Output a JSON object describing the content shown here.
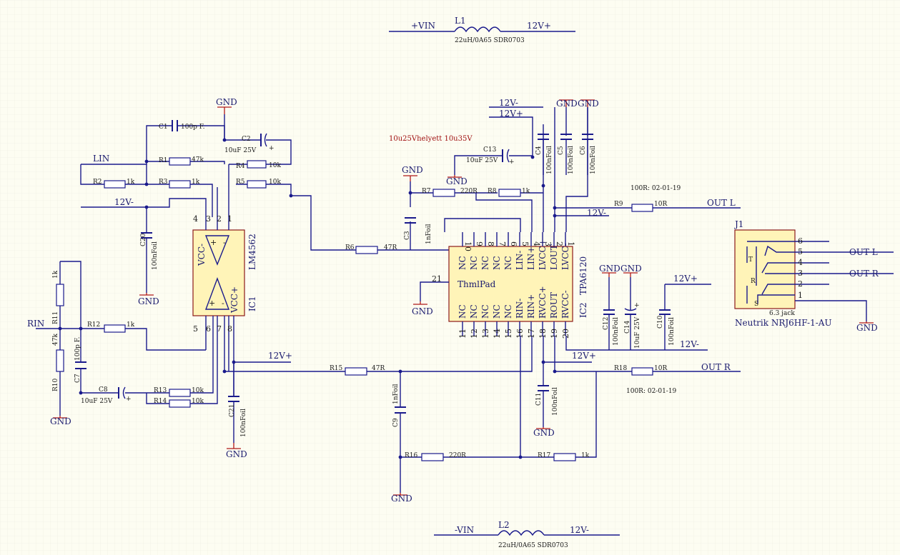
{
  "nets": {
    "vin_pos": "+VIN",
    "vin_neg": "-VIN",
    "v12p": "12V+",
    "v12m": "12V-",
    "gnd": "GND",
    "lin": "LIN",
    "rin": "RIN",
    "out_l": "OUT L",
    "out_r": "OUT R"
  },
  "l1": {
    "ref": "L1",
    "value": "22uH/0A65 SDR0703"
  },
  "l2": {
    "ref": "L2",
    "value": "22uH/0A65 SDR0703"
  },
  "ic1": {
    "ref": "IC1",
    "part": "LM4562",
    "vccm": "VCC-",
    "vccp": "VCC+"
  },
  "ic2": {
    "ref": "IC2",
    "part": "TPA6120",
    "thml": "ThmlPad",
    "thml_pin": "21",
    "top_names": [
      "NC",
      "NC",
      "NC",
      "NC",
      "NC",
      "LIN-",
      "LIN+",
      "LVCC+",
      "LOUT",
      "LVCC-"
    ],
    "top_pins": [
      "10",
      "9",
      "8",
      "7",
      "6",
      "5",
      "4",
      "3",
      "2",
      "1"
    ],
    "bot_names": [
      "NC",
      "NC",
      "NC",
      "NC",
      "NC",
      "RIN-",
      "RIN+",
      "RVCC+",
      "ROUT",
      "RVCC-"
    ],
    "bot_pins": [
      "11",
      "12",
      "13",
      "14",
      "15",
      "16",
      "17",
      "18",
      "19",
      "20"
    ]
  },
  "ic1_pins": {
    "p4": "4",
    "p3": "3",
    "p2": "2",
    "p1": "1",
    "p5": "5",
    "p6": "6",
    "p7": "7",
    "p8": "8"
  },
  "resistors": {
    "r1": {
      "ref": "R1",
      "value": "47k"
    },
    "r2": {
      "ref": "R2",
      "value": "1k"
    },
    "r3": {
      "ref": "R3",
      "value": "1k"
    },
    "r4": {
      "ref": "R4",
      "value": "10k"
    },
    "r5": {
      "ref": "R5",
      "value": "10k"
    },
    "r6": {
      "ref": "R6",
      "value": "47R"
    },
    "r7": {
      "ref": "R7",
      "value": "220R"
    },
    "r8": {
      "ref": "R8",
      "value": "1k"
    },
    "r9": {
      "ref": "R9",
      "value": "10R"
    },
    "r10": {
      "ref": "R10",
      "value": "47k"
    },
    "r11": {
      "ref": "R11",
      "value": "1k"
    },
    "r12": {
      "ref": "R12",
      "value": "1k"
    },
    "r13": {
      "ref": "R13",
      "value": "10k"
    },
    "r14": {
      "ref": "R14",
      "value": "10k"
    },
    "r15": {
      "ref": "R15",
      "value": "47R"
    },
    "r16": {
      "ref": "R16",
      "value": "220R"
    },
    "r17": {
      "ref": "R17",
      "value": "1k"
    },
    "r18": {
      "ref": "R18",
      "value": "10R"
    }
  },
  "caps": {
    "c1": {
      "ref": "C1",
      "value": "100p F."
    },
    "c2": {
      "ref": "C2",
      "value": "10uF 25V"
    },
    "c3": {
      "ref": "C3",
      "value": "1nFoil"
    },
    "c4": {
      "ref": "C4",
      "value": "100nFoil"
    },
    "c5": {
      "ref": "C5",
      "value": "100nFoil"
    },
    "c6": {
      "ref": "C6",
      "value": "100nFoil"
    },
    "c7": {
      "ref": "C7",
      "value": "100p F."
    },
    "c8": {
      "ref": "C8",
      "value": "10uF 25V"
    },
    "c9": {
      "ref": "C9",
      "value": "1nFoil"
    },
    "c10": {
      "ref": "C10",
      "value": "100nFoil"
    },
    "c11": {
      "ref": "C11",
      "value": "100nFoil"
    },
    "c12": {
      "ref": "C12",
      "value": "100nFoil"
    },
    "c13": {
      "ref": "C13",
      "value": "10uF 25V"
    },
    "c14": {
      "ref": "C14",
      "value": "10uF 25V"
    },
    "c20": {
      "ref": "C20",
      "value": "100nFoil"
    },
    "c21": {
      "ref": "C21",
      "value": "100nFoil"
    }
  },
  "notes": {
    "change_note": "10u25Vhelyett 10u35V",
    "r9_note": "100R: 02-01-19",
    "r18_note": "100R: 02-01-19"
  },
  "j1": {
    "ref": "J1",
    "kind": "6.3 jack",
    "part": "Neutrik NRJ6HF-1-AU",
    "pins": [
      "6",
      "5",
      "4",
      "3",
      "2",
      "1"
    ],
    "t": "T",
    "r": "R",
    "s": "S"
  },
  "colors": {
    "wire": "#1a1a8c",
    "power": "#b01818",
    "ic_fill": "#fff4b8",
    "sheet": "#fdfdf2",
    "note": "#a01010"
  }
}
